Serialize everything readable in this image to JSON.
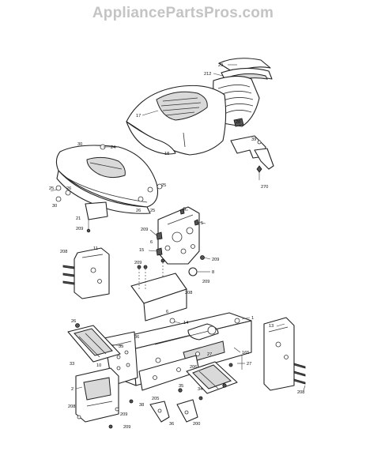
{
  "watermark": "AppliancePartsPros.com",
  "callouts": [
    {
      "id": "c29",
      "text": "29"
    },
    {
      "id": "c212",
      "text": "212"
    },
    {
      "id": "c17",
      "text": "17"
    },
    {
      "id": "c28",
      "text": "28"
    },
    {
      "id": "c18",
      "text": "18"
    },
    {
      "id": "c30a",
      "text": "30"
    },
    {
      "id": "c24",
      "text": "24"
    },
    {
      "id": "c39",
      "text": "39"
    },
    {
      "id": "c270",
      "text": "270"
    },
    {
      "id": "c25a",
      "text": "25"
    },
    {
      "id": "c26a",
      "text": "26"
    },
    {
      "id": "c25b",
      "text": "25"
    },
    {
      "id": "c30b",
      "text": "30"
    },
    {
      "id": "c26b",
      "text": "26"
    },
    {
      "id": "c25c",
      "text": "25"
    },
    {
      "id": "c21",
      "text": "21"
    },
    {
      "id": "c209a",
      "text": "209"
    },
    {
      "id": "c5a",
      "text": "5"
    },
    {
      "id": "c5b",
      "text": "5"
    },
    {
      "id": "c209b",
      "text": "209"
    },
    {
      "id": "c6",
      "text": "6"
    },
    {
      "id": "c208a",
      "text": "208"
    },
    {
      "id": "c11",
      "text": "11"
    },
    {
      "id": "c15",
      "text": "15"
    },
    {
      "id": "c209c",
      "text": "209"
    },
    {
      "id": "c8",
      "text": "8"
    },
    {
      "id": "c209d",
      "text": "209"
    },
    {
      "id": "c209e",
      "text": "209"
    },
    {
      "id": "c208b",
      "text": "208"
    },
    {
      "id": "c6b",
      "text": "6"
    },
    {
      "id": "c14",
      "text": "14"
    },
    {
      "id": "c1",
      "text": "1"
    },
    {
      "id": "c26c",
      "text": "26"
    },
    {
      "id": "c13",
      "text": "13"
    },
    {
      "id": "c35",
      "text": "35"
    },
    {
      "id": "c36",
      "text": "36"
    },
    {
      "id": "c33",
      "text": "33"
    },
    {
      "id": "c27a",
      "text": "27"
    },
    {
      "id": "c165",
      "text": "165"
    },
    {
      "id": "c10",
      "text": "10"
    },
    {
      "id": "c206",
      "text": "206"
    },
    {
      "id": "c27b",
      "text": "27"
    },
    {
      "id": "c2",
      "text": "2"
    },
    {
      "id": "c35b",
      "text": "35"
    },
    {
      "id": "c34",
      "text": "34"
    },
    {
      "id": "c205",
      "text": "205"
    },
    {
      "id": "c208c",
      "text": "208"
    },
    {
      "id": "c209f",
      "text": "209"
    },
    {
      "id": "c38",
      "text": "38"
    },
    {
      "id": "c209g",
      "text": "209"
    },
    {
      "id": "c36b",
      "text": "36"
    },
    {
      "id": "c200",
      "text": "200"
    },
    {
      "id": "c208d",
      "text": "208"
    }
  ]
}
